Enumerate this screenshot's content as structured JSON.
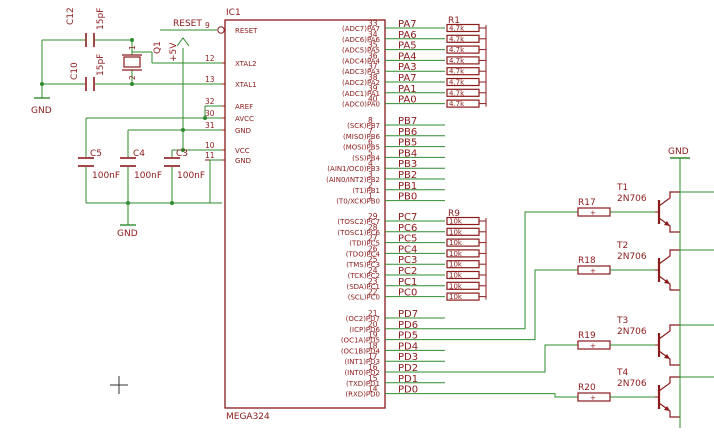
{
  "ic": {
    "ref": "IC1",
    "part": "MEGA324",
    "left_pins": [
      {
        "name": "RESET",
        "num": "9"
      },
      {
        "name": "XTAL2",
        "num": "12"
      },
      {
        "name": "XTAL1",
        "num": "13"
      },
      {
        "name": "AREF",
        "num": "32"
      },
      {
        "name": "AVCC",
        "num": "30"
      },
      {
        "name": "GND",
        "num": "31"
      },
      {
        "name": "VCC",
        "num": "10"
      },
      {
        "name": "GND",
        "num": "11"
      }
    ],
    "right_pins": [
      {
        "func": "(ADC7)PA7",
        "num": "33",
        "net": "PA7"
      },
      {
        "func": "(ADC6)PA6",
        "num": "34",
        "net": "PA6"
      },
      {
        "func": "(ADC5)PA5",
        "num": "35",
        "net": "PA5"
      },
      {
        "func": "(ADC4)PA4",
        "num": "36",
        "net": "PA4"
      },
      {
        "func": "(ADC3)PA3",
        "num": "37",
        "net": "PA3"
      },
      {
        "func": "(ADC2)PA2",
        "num": "38",
        "net": "PA7"
      },
      {
        "func": "(ADC1)PA1",
        "num": "39",
        "net": "PA1"
      },
      {
        "func": "(ADC0)PA0",
        "num": "40",
        "net": "PA0"
      },
      {
        "func": "(SCK)PB7",
        "num": "8",
        "net": "PB7"
      },
      {
        "func": "(MISO)PB6",
        "num": "7",
        "net": "PB6"
      },
      {
        "func": "(MOSI)PB5",
        "num": "6",
        "net": "PB5"
      },
      {
        "func": "(SS)PB4",
        "num": "5",
        "net": "PB4"
      },
      {
        "func": "(AIN1/OC0)PB3",
        "num": "4",
        "net": "PB3"
      },
      {
        "func": "(AIN0/INT2)PB2",
        "num": "3",
        "net": "PB2"
      },
      {
        "func": "(T1)PB1",
        "num": "2",
        "net": "PB1"
      },
      {
        "func": "(T0/XCK)PB0",
        "num": "1",
        "net": "PB0"
      },
      {
        "func": "(TOSC2)PC7",
        "num": "29",
        "net": "PC7"
      },
      {
        "func": "(TOSC1)PC6",
        "num": "28",
        "net": "PC6"
      },
      {
        "func": "(TDI)PC5",
        "num": "27",
        "net": "PC5"
      },
      {
        "func": "(TDO)PC4",
        "num": "26",
        "net": "PC4"
      },
      {
        "func": "(TMS)PC3",
        "num": "25",
        "net": "PC3"
      },
      {
        "func": "(TCK)PC2",
        "num": "24",
        "net": "PC2"
      },
      {
        "func": "(SDA)PC1",
        "num": "23",
        "net": "PC1"
      },
      {
        "func": "(SCL)PC0",
        "num": "22",
        "net": "PC0"
      },
      {
        "func": "(OC2)PD7",
        "num": "21",
        "net": "PD7"
      },
      {
        "func": "(ICP)PD6",
        "num": "20",
        "net": "PD6"
      },
      {
        "func": "(OC1A)PD5",
        "num": "19",
        "net": "PD5"
      },
      {
        "func": "(OC1B)PD4",
        "num": "18",
        "net": "PD4"
      },
      {
        "func": "(INT1)PD3",
        "num": "17",
        "net": "PD3"
      },
      {
        "func": "(INT0)PD2",
        "num": "16",
        "net": "PD2"
      },
      {
        "func": "(TXD)PD1",
        "num": "15",
        "net": "PD1"
      },
      {
        "func": "(RXD)PD0",
        "num": "14",
        "net": "PD0"
      }
    ]
  },
  "crystal": {
    "ref": "Q1",
    "pin1": "1",
    "pin2": "2"
  },
  "caps": [
    {
      "ref": "C12",
      "value": "15pF"
    },
    {
      "ref": "C10",
      "value": "15pF"
    },
    {
      "ref": "C5",
      "value": "100nF"
    },
    {
      "ref": "C4",
      "value": "100nF"
    },
    {
      "ref": "C3",
      "value": "100nF"
    }
  ],
  "supply": {
    "reset_net": "RESET",
    "vcc_label": "+5V"
  },
  "gnd_label": "GND",
  "resistor_arrays": [
    {
      "ref": "R1",
      "values": [
        "4.7k",
        "4.7k",
        "4.7k",
        "4.7k",
        "4.7k",
        "4.7k",
        "4.7k",
        "4.7k"
      ]
    },
    {
      "ref": "R9",
      "values": [
        "10k",
        "10k",
        "10k",
        "10k",
        "10k",
        "10k",
        "10k",
        "10k"
      ]
    }
  ],
  "drivers": [
    {
      "res": "R17",
      "trans": "T1",
      "type": "2N706"
    },
    {
      "res": "R18",
      "trans": "T2",
      "type": "2N706"
    },
    {
      "res": "R19",
      "trans": "T3",
      "type": "2N706"
    },
    {
      "res": "R20",
      "trans": "T4",
      "type": "2N706"
    }
  ],
  "colors": {
    "wire": "#2e8b2e",
    "component": "#8b1a1a",
    "pin_text": "#8b1a1a"
  }
}
